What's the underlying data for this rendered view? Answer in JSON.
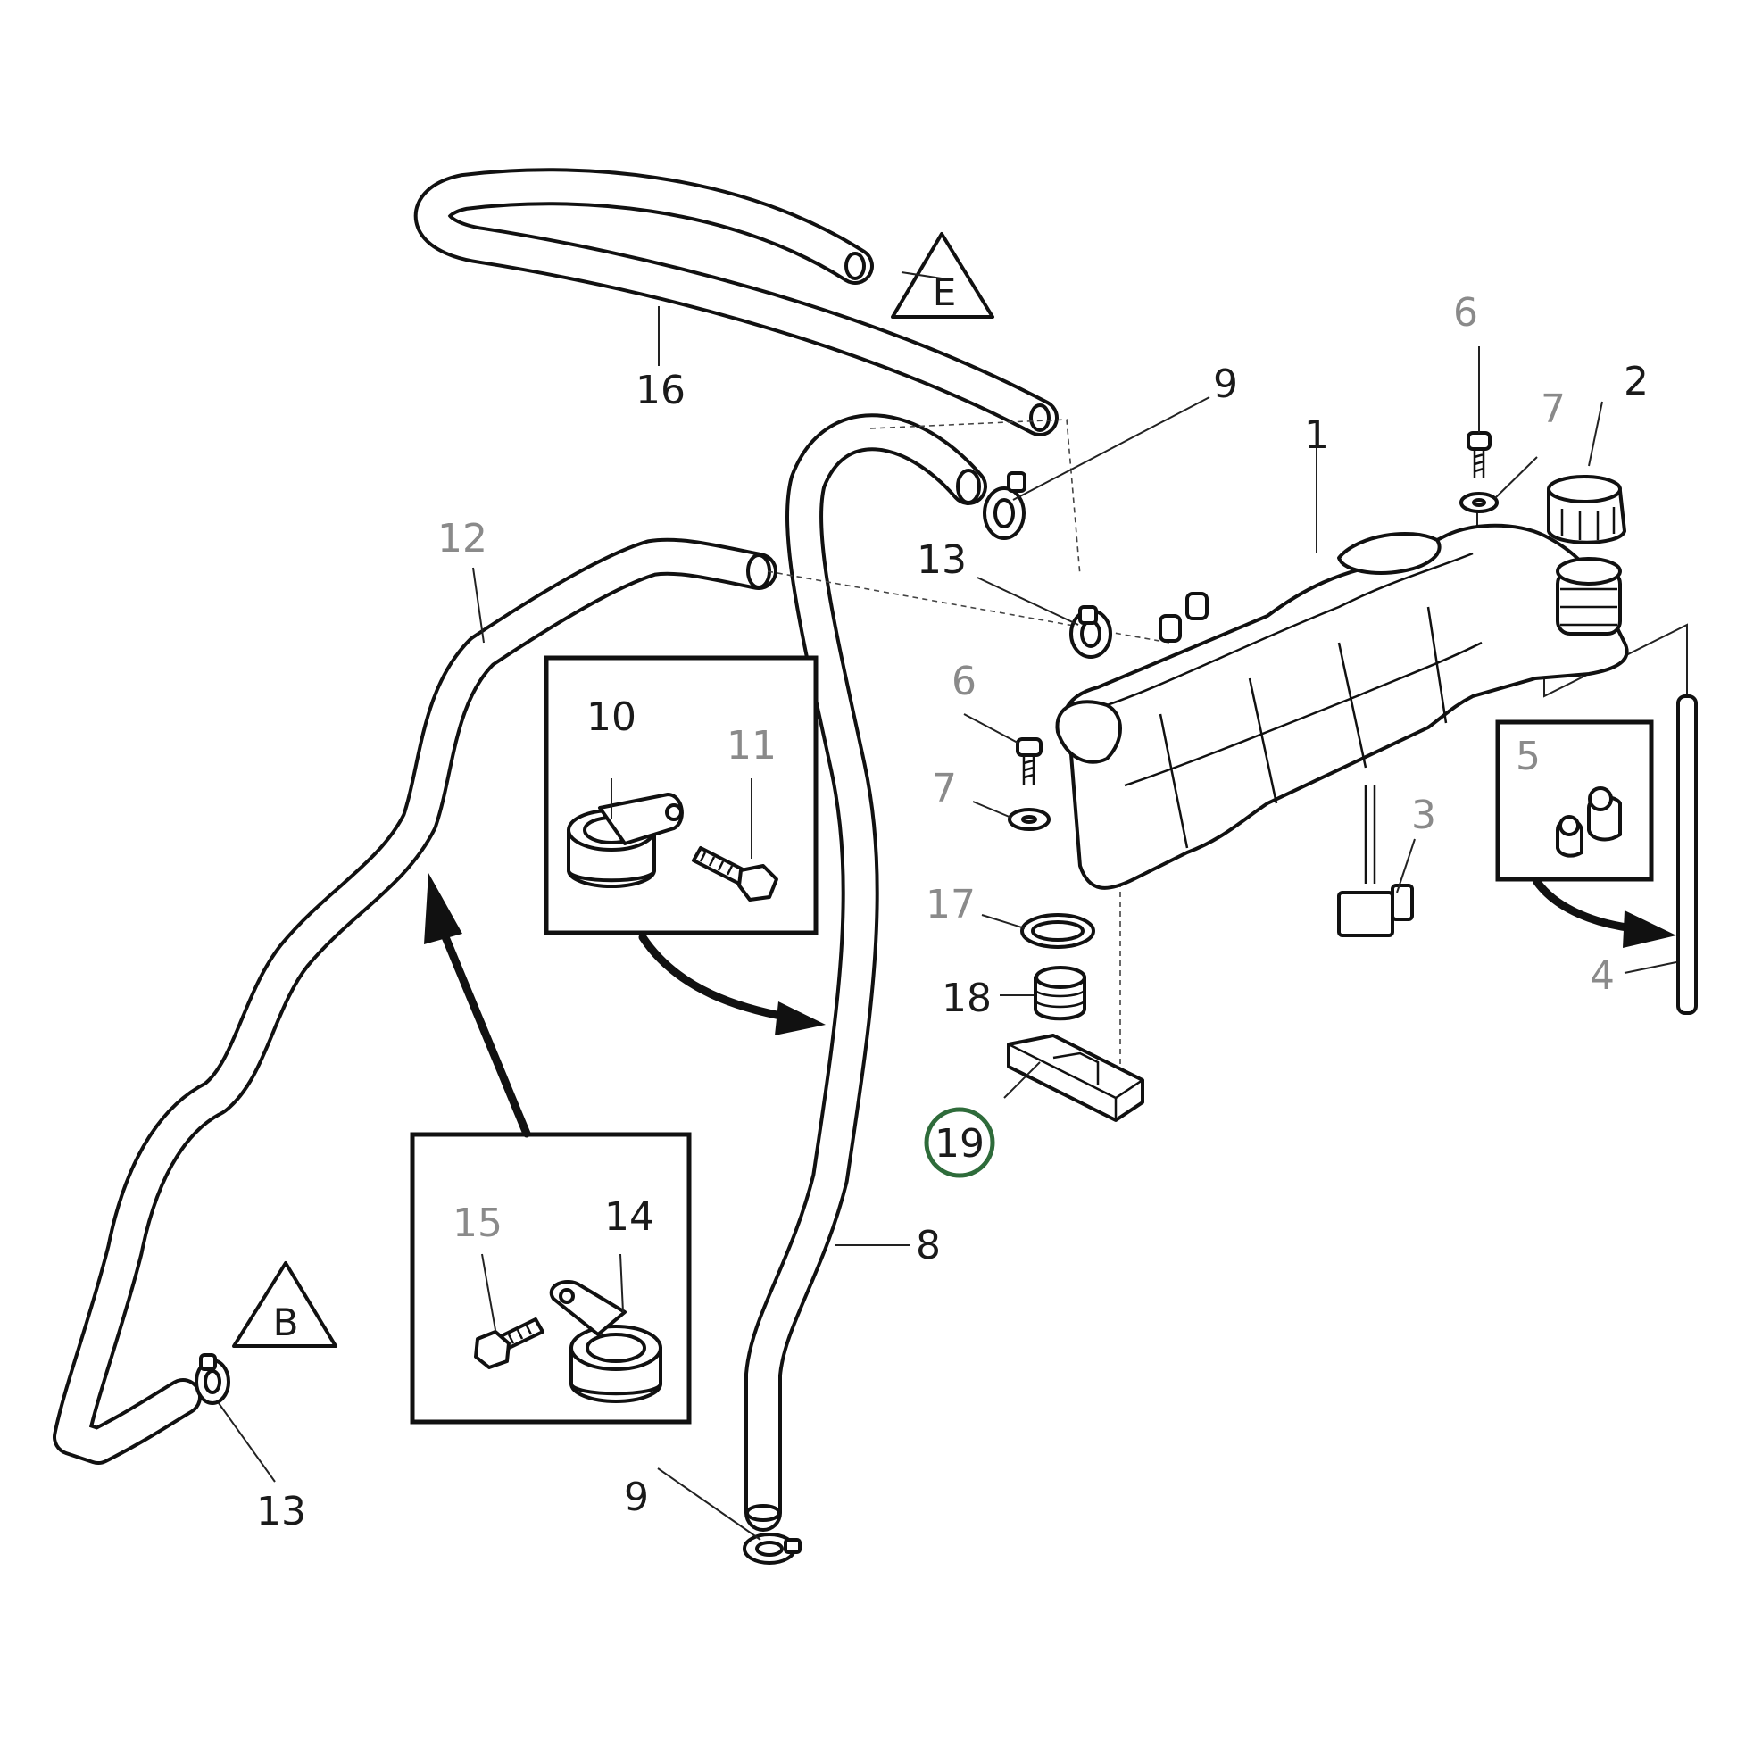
{
  "diagram": {
    "callouts": {
      "c1": "1",
      "c2": "2",
      "c3": "3",
      "c4": "4",
      "c5": "5",
      "c6a": "6",
      "c6b": "6",
      "c7a": "7",
      "c7b": "7",
      "c8": "8",
      "c9a": "9",
      "c9b": "9",
      "c10": "10",
      "c11": "11",
      "c12": "12",
      "c13a": "13",
      "c13b": "13",
      "c14": "14",
      "c15": "15",
      "c16": "16",
      "c17": "17",
      "c18": "18",
      "c19": "19"
    },
    "references": {
      "ref_e": "E",
      "ref_b": "B"
    },
    "highlight_color": "#2e6b3a"
  }
}
